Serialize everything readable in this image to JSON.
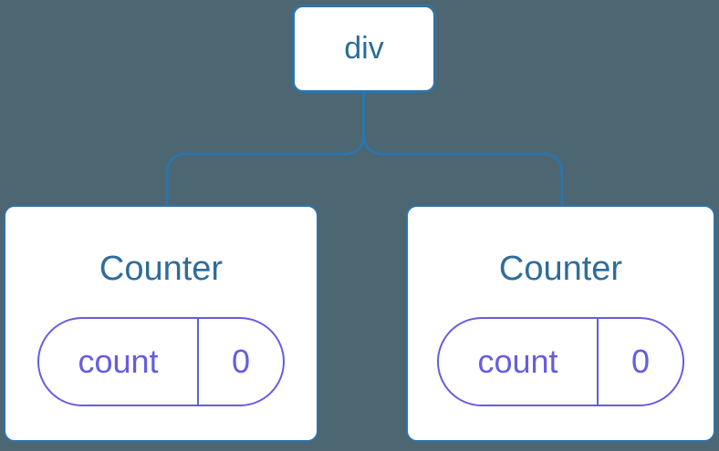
{
  "colors": {
    "bg": "#4c6672",
    "line": "#2f74a8",
    "node-text": "#2e6d99",
    "purple": "#675ce0",
    "card-bg": "#ffffff"
  },
  "tree": {
    "root": {
      "label": "div"
    },
    "children": [
      {
        "title": "Counter",
        "state": [
          {
            "key": "count",
            "value": "0"
          }
        ]
      },
      {
        "title": "Counter",
        "state": [
          {
            "key": "count",
            "value": "0"
          }
        ]
      }
    ]
  }
}
